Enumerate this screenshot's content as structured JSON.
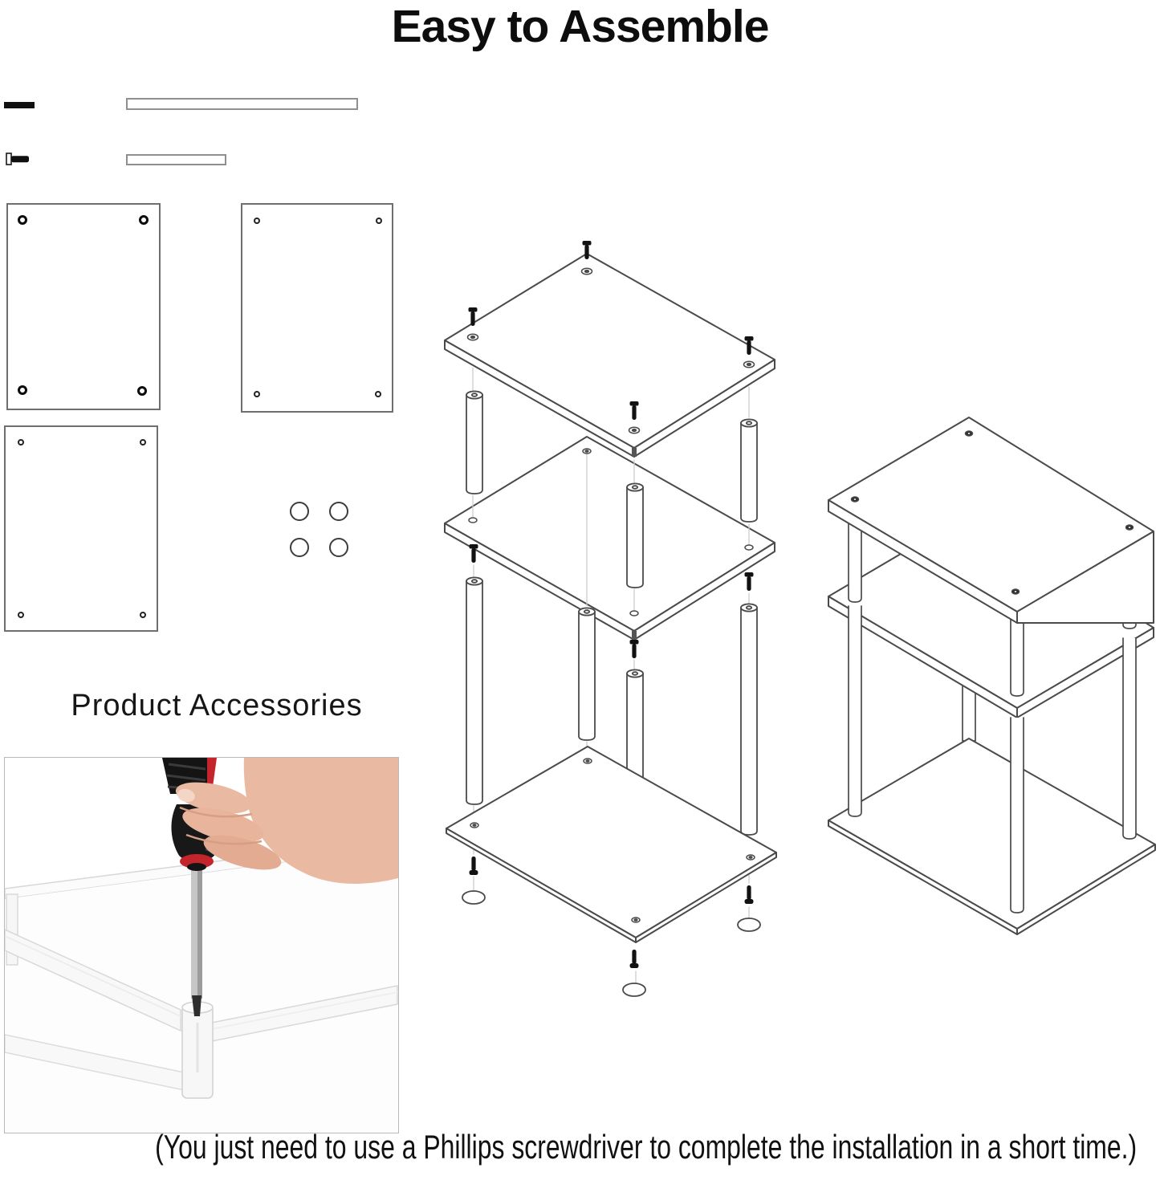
{
  "page": {
    "title": "Easy to Assemble",
    "caption": "(You just need to use a Phillips screwdriver to complete the installation in a short time.)"
  },
  "accessories": {
    "label": "Product Accessories",
    "items": [
      {
        "icon": "long-bolt-icon"
      },
      {
        "icon": "long-pole-icon"
      },
      {
        "icon": "screw-icon"
      },
      {
        "icon": "short-pole-icon"
      },
      {
        "icon": "shelf-panel-icon",
        "count": 3,
        "holes_per_panel": 4
      },
      {
        "icon": "foot-pad-icon",
        "count": 4
      }
    ]
  },
  "illustrations": {
    "photo": {
      "icons": [
        "hand-icon",
        "screwdriver-icon",
        "acrylic-table-corner"
      ]
    },
    "exploded_view": "exploded-assembly-diagram",
    "assembled_view": "assembled-table-diagram"
  },
  "colors": {
    "line": "#4a4a4a",
    "text": "#000000",
    "accent_red": "#c4242b",
    "skin": "#eab9a1"
  }
}
